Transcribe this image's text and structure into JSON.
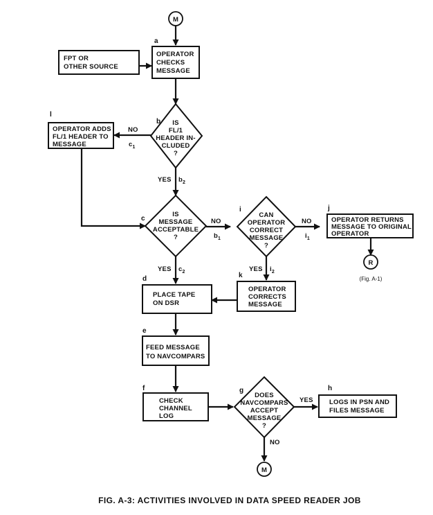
{
  "nodes": {
    "m_top": {
      "letter": "M"
    },
    "a": {
      "step": "a",
      "lines": [
        "OPERATOR",
        "CHECKS",
        "MESSAGE"
      ]
    },
    "fpt": {
      "lines": [
        "FPT OR",
        "OTHER SOURCE"
      ]
    },
    "b": {
      "step": "b",
      "lines": [
        "IS",
        "FL/1",
        "HEADER IN-",
        "CLUDED",
        "?"
      ]
    },
    "l": {
      "step": "l",
      "lines": [
        "OPERATOR ADDS",
        "FL/1 HEADER TO",
        "MESSAGE"
      ]
    },
    "c": {
      "step": "c",
      "lines": [
        "IS",
        "MESSAGE",
        "ACCEPTABLE",
        "?"
      ]
    },
    "i": {
      "step": "i",
      "lines": [
        "CAN",
        "OPERATOR",
        "CORRECT",
        "MESSAGE",
        "?"
      ]
    },
    "j": {
      "step": "j",
      "lines": [
        "OPERATOR RETURNS",
        "MESSAGE TO ORIGINAL",
        "OPERATOR"
      ]
    },
    "r": {
      "letter": "R",
      "note": "(Fig. A-1)"
    },
    "d": {
      "step": "d",
      "lines": [
        "PLACE TAPE",
        "ON DSR"
      ]
    },
    "k": {
      "step": "k",
      "lines": [
        "OPERATOR",
        "CORRECTS",
        "MESSAGE"
      ]
    },
    "e": {
      "step": "e",
      "lines": [
        "FEED MESSAGE",
        "TO NAVCOMPARS"
      ]
    },
    "f": {
      "step": "f",
      "lines": [
        "CHECK",
        "CHANNEL",
        "LOG"
      ]
    },
    "g": {
      "step": "g",
      "lines": [
        "DOES",
        "NAVCOMPARS",
        "ACCEPT",
        "MESSAGE",
        "?"
      ]
    },
    "h": {
      "step": "h",
      "lines": [
        "LOGS IN PSN AND",
        "FILES MESSAGE"
      ]
    },
    "m_bottom": {
      "letter": "M"
    }
  },
  "edges": {
    "b_no": {
      "label": "NO",
      "main": "c",
      "sub": "1"
    },
    "b_yes": {
      "label": "YES",
      "main": "b",
      "sub": "2"
    },
    "c_no": {
      "label": "NO",
      "main": "b",
      "sub": "1"
    },
    "c_yes": {
      "label": "YES",
      "main": "c",
      "sub": "2"
    },
    "i_no": {
      "label": "NO",
      "main": "i",
      "sub": "1"
    },
    "i_yes": {
      "label": "YES",
      "main": "i",
      "sub": "2"
    },
    "g_yes": {
      "label": "YES"
    },
    "g_no": {
      "label": "NO"
    }
  },
  "caption": "FIG. A-3:  ACTIVITIES INVOLVED IN DATA SPEED READER JOB"
}
